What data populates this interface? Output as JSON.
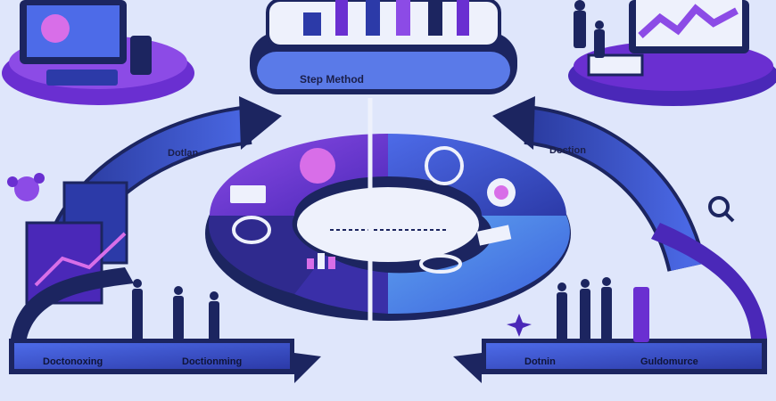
{
  "diagram": {
    "title": "Step Method",
    "labels": {
      "top_left_arrow": "Dotlan",
      "top_right_arrow": "Doction",
      "bottom_left_1": "Doctonoxing",
      "bottom_left_2": "Doctionming",
      "bottom_right_1": "Dotnin",
      "bottom_right_2": "Guldomurce"
    },
    "cycle_icons": [
      "chart-icon",
      "rocket-icon",
      "brain-icon",
      "bar-chart-icon",
      "document-icon",
      "target-icon",
      "speech-icon"
    ],
    "palette": {
      "background": "#dfe6fb",
      "navy": "#1c2560",
      "royal_blue": "#2f49c8",
      "purple": "#6a2fd1",
      "violet": "#8c4be6",
      "light_blue": "#5fa4f0"
    }
  }
}
